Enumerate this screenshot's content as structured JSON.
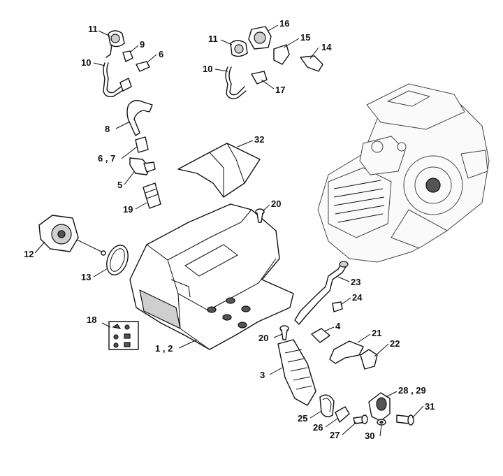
{
  "labels": {
    "l11a": "11",
    "l9": "9",
    "l6": "6",
    "l10a": "10",
    "l11b": "11",
    "l16": "16",
    "l15": "15",
    "l14": "14",
    "l10b": "10",
    "l17": "17",
    "l8": "8",
    "l67": "6 , 7",
    "l32": "32",
    "l5": "5",
    "l19": "19",
    "l20a": "20",
    "l12": "12",
    "l13": "13",
    "l23": "23",
    "l24": "24",
    "l18": "18",
    "l4": "4",
    "l21": "21",
    "l20b": "20",
    "l22": "22",
    "l12b": "1 , 2",
    "l3": "3",
    "l2829": "28 , 29",
    "l31": "31",
    "l25": "25",
    "l26": "26",
    "l27": "27",
    "l30": "30"
  }
}
